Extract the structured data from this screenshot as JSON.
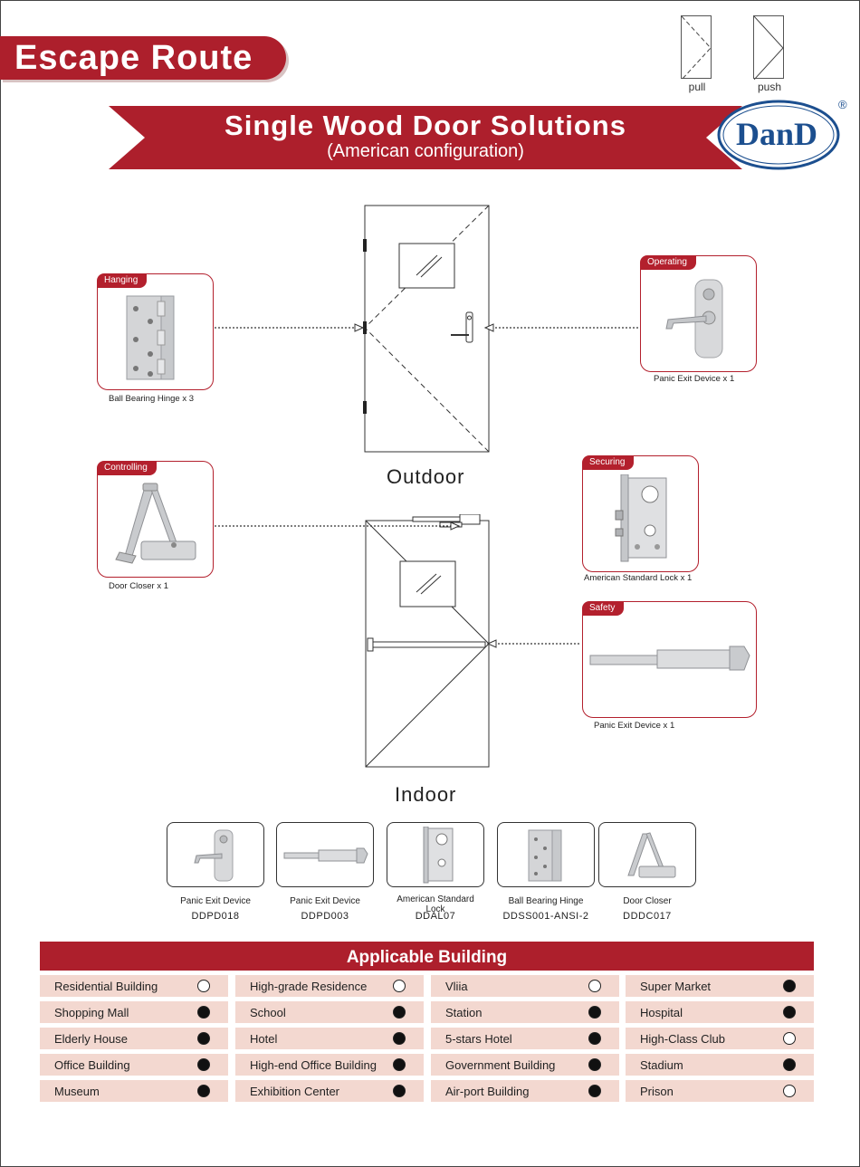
{
  "header": {
    "title": "Escape Route",
    "subtitle": "Single Wood Door Solutions",
    "subtitle2": "(American configuration)",
    "logo": "DanD",
    "logo_mark": "®",
    "pull_label": "pull",
    "push_label": "push"
  },
  "diagram": {
    "outdoor_label": "Outdoor",
    "indoor_label": "Indoor",
    "components": [
      {
        "tag": "Hanging",
        "caption": "Ball Bearing Hinge x 3",
        "icon": "hinge-icon"
      },
      {
        "tag": "Operating",
        "caption": "Panic Exit Device  x 1",
        "icon": "lever-lock-icon"
      },
      {
        "tag": "Controlling",
        "caption": "Door Closer x 1",
        "icon": "door-closer-icon"
      },
      {
        "tag": "Securing",
        "caption": "American Standard Lock x 1",
        "icon": "mortise-lock-icon"
      },
      {
        "tag": "Safety",
        "caption": "Panic Exit Device x 1",
        "icon": "panic-bar-icon"
      }
    ]
  },
  "products": [
    {
      "name": "Panic Exit Device",
      "code": "DDPD018",
      "icon": "lever-lock-icon"
    },
    {
      "name": "Panic Exit Device",
      "code": "DDPD003",
      "icon": "panic-bar-icon"
    },
    {
      "name": "American Standard Lock",
      "code": "DDAL07",
      "icon": "mortise-lock-icon"
    },
    {
      "name": "Ball Bearing Hinge",
      "code": "DDSS001-ANSI-2",
      "icon": "hinge-icon"
    },
    {
      "name": "Door Closer",
      "code": "DDDC017",
      "icon": "door-closer-icon"
    }
  ],
  "applicable": {
    "title": "Applicable Building",
    "rows": [
      [
        {
          "label": "Residential Building",
          "suitable": false
        },
        {
          "label": "High-grade Residence",
          "suitable": false
        },
        {
          "label": "Vliia",
          "suitable": false
        },
        {
          "label": "Super Market",
          "suitable": true
        }
      ],
      [
        {
          "label": "Shopping Mall",
          "suitable": true
        },
        {
          "label": "School",
          "suitable": true
        },
        {
          "label": "Station",
          "suitable": true
        },
        {
          "label": "Hospital",
          "suitable": true
        }
      ],
      [
        {
          "label": "Elderly House",
          "suitable": true
        },
        {
          "label": "Hotel",
          "suitable": true
        },
        {
          "label": "5-stars Hotel",
          "suitable": true
        },
        {
          "label": "High-Class Club",
          "suitable": false
        }
      ],
      [
        {
          "label": "Office Building",
          "suitable": true
        },
        {
          "label": "High-end Office Building",
          "suitable": true
        },
        {
          "label": "Government Building",
          "suitable": true
        },
        {
          "label": "Stadium",
          "suitable": true
        }
      ],
      [
        {
          "label": "Museum",
          "suitable": true
        },
        {
          "label": "Exhibition Center",
          "suitable": true
        },
        {
          "label": "Air-port Building",
          "suitable": true
        },
        {
          "label": "Prison",
          "suitable": false
        }
      ]
    ]
  },
  "colors": {
    "brand_red": "#ad1f2c",
    "logo_blue": "#1c4f8f",
    "cell_bg": "#f3d8d0"
  }
}
